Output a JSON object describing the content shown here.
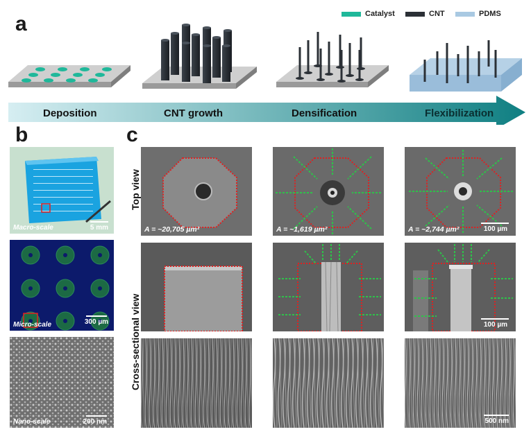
{
  "panels": {
    "a": "a",
    "b": "b",
    "c": "c"
  },
  "legend": [
    {
      "label": "Catalyst",
      "color": "#1fb89a"
    },
    {
      "label": "CNT",
      "color": "#2b3036"
    },
    {
      "label": "PDMS",
      "color": "#a9c9e2"
    }
  ],
  "stages": [
    "Deposition",
    "CNT growth",
    "Densification",
    "Flexibilization"
  ],
  "colors": {
    "arrow_start": "#d6eef2",
    "arrow_end": "#0f7f82",
    "outline_red": "#e02020",
    "arrow_green": "#2ec24a"
  },
  "panel_b": {
    "macro_label": "Macro-scale",
    "macro_scale": "5 mm",
    "micro_label": "Micro-scale",
    "micro_scale": "300 µm",
    "nano_label": "Nano-scale",
    "nano_scale": "200 nm"
  },
  "panel_c": {
    "row_top": "Top view",
    "row_cross": "Cross-sectional view",
    "areas": [
      "A = ~20,705 µm²",
      "A = ~1,619 µm²",
      "A = ~2,744 µm²"
    ],
    "scale_top": "100 µm",
    "scale_cross": "100 µm",
    "scale_nano": "500 nm"
  }
}
